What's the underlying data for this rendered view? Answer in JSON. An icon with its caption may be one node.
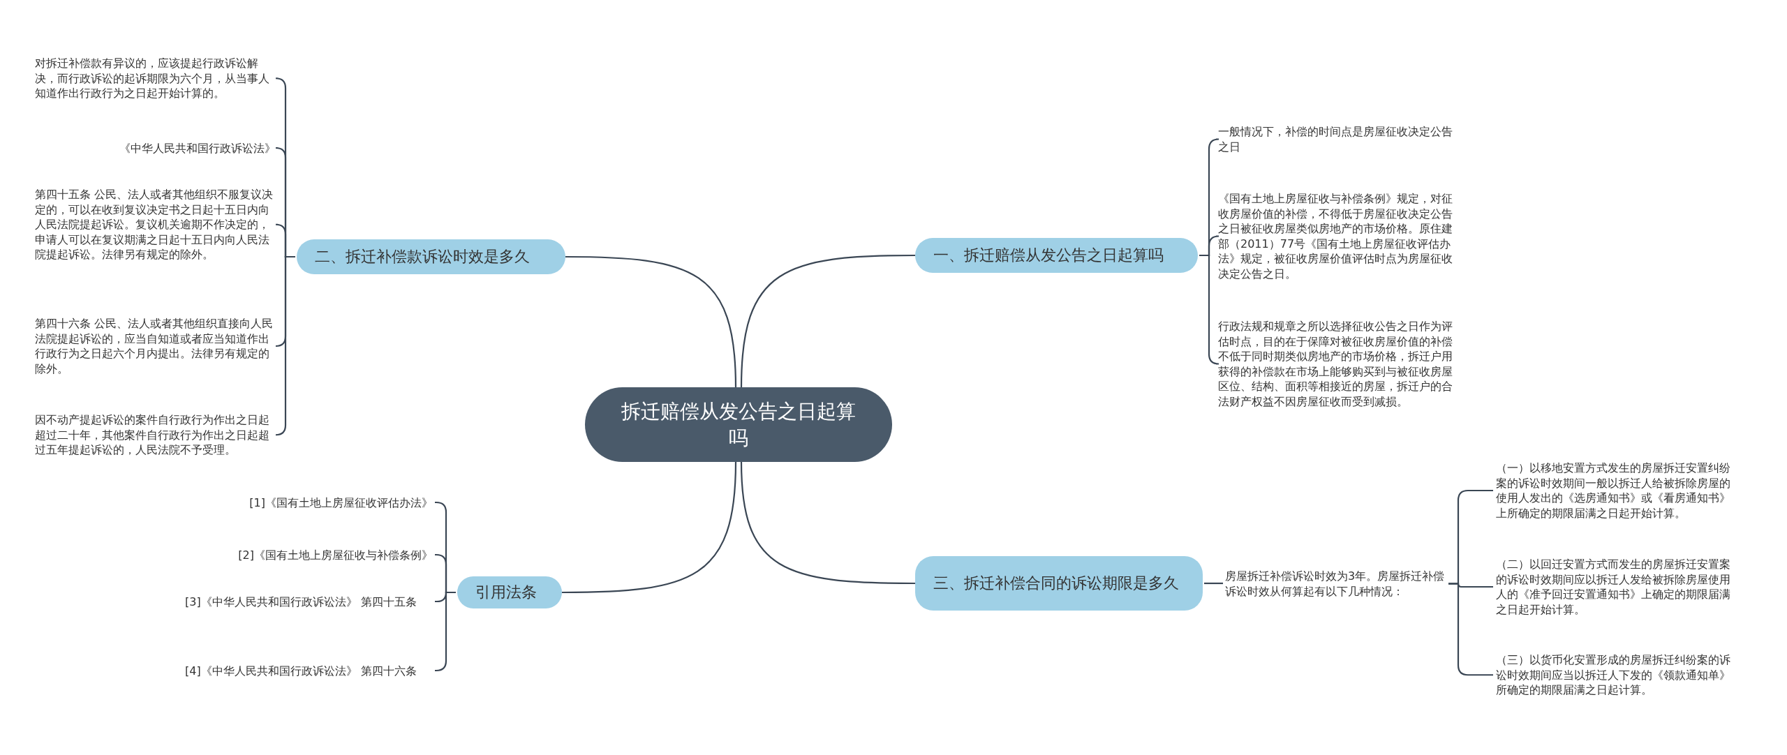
{
  "diagram": {
    "nodes": [
      {
        "text": [
          "拆迁赔偿从发公告之日起算吗"
        ]
      },
      {
        "text": [
          "一、拆迁赔偿从发公告之日起算吗"
        ]
      },
      {
        "text": [
          "二、拆迁补偿款诉讼时效是多久"
        ]
      },
      {
        "text": [
          "三、拆迁补偿合同的诉讼期限是多久"
        ]
      },
      {
        "text": [
          "引用法条"
        ]
      },
      {
        "text": [
          "一般情况下，补偿的时间点是房屋征收决定公告之日"
        ]
      },
      {
        "text": [
          "《国有土地上房屋征收与补偿条例》规定，对征收房屋价值的补偿，不得低于房屋征收决定公告之日被征收房屋类似房地产的市场价格。原住建部（2011）77号《国有土地上房屋征收评估办法》规定，被征收房屋价值评估时点为房屋征收决定公告之日。"
        ]
      },
      {
        "text": [
          "行政法规和规章之所以选择征收公告之日作为评估时点，目的在于保障对被征收房屋价值的补偿不低于同时期类似房地产的市场价格，拆迁户用获得的补偿款在市场上能够购买到与被征收房屋区位、结构、面积等相接近的房屋，拆迁户的合法财产权益不因房屋征收而受到减损。"
        ]
      },
      {
        "text": [
          "房屋拆迁补偿诉讼时效为3年。房屋拆迁补偿诉讼时效从何算起有以下几种情况："
        ]
      },
      {
        "text": [
          "（一）以移地安置方式发生的房屋拆迁安置纠纷案的诉讼时效期间一般以拆迁人给被拆除房屋的使用人发出的《选房通知书》或《看房通知书》上所确定的期限届满之日起开始计算。"
        ]
      },
      {
        "text": [
          "（二）以回迁安置方式而发生的房屋拆迁安置案的诉讼时效期间应以拆迁人发给被拆除房屋使用人的《准予回迁安置通知书》上确定的期限届满之日起开始计算。"
        ]
      },
      {
        "text": [
          "（三）以货币化安置形成的房屋拆迁纠纷案的诉讼时效期间应当以拆迁人下发的《领款通知单》所确定的期限届满之日起计算。"
        ]
      },
      {
        "text": [
          "对拆迁补偿款有异议的，应该提起行政诉讼解决，而行政诉讼的起诉期限为六个月，从当事人知道作出行政行为之日起开始计算的。"
        ]
      },
      {
        "text": [
          "《中华人民共和国行政诉讼法》"
        ]
      },
      {
        "text": [
          "第四十五条 公民、法人或者其他组织不服复议决定的，可以在收到复议决定书之日起十五日内向人民法院提起诉讼。复议机关逾期不作决定的，申请人可以在复议期满之日起十五日内向人民法院提起诉讼。法律另有规定的除外。"
        ]
      },
      {
        "text": [
          "第四十六条 公民、法人或者其他组织直接向人民法院提起诉讼的，应当自知道或者应当知道作出行政行为之日起六个月内提出。法律另有规定的除外。"
        ]
      },
      {
        "text": [
          "因不动产提起诉讼的案件自行政行为作出之日起超过二十年，其他案件自行政行为作出之日起超过五年提起诉讼的，人民法院不予受理。"
        ]
      },
      {
        "text": [
          "[1]《国有土地上房屋征收评估办法》"
        ]
      },
      {
        "text": [
          "[2]《国有土地上房屋征收与补偿条例》"
        ]
      },
      {
        "text": [
          "[3]《中华人民共和国行政诉讼法》 第四十五条"
        ]
      },
      {
        "text": [
          "[4]《中华人民共和国行政诉讼法》 第四十六条"
        ]
      }
    ],
    "edges": [
      {
        "from": 0,
        "to": 1,
        "arrow": "none"
      },
      {
        "from": 0,
        "to": 2,
        "arrow": "none"
      },
      {
        "from": 0,
        "to": 3,
        "arrow": "none"
      },
      {
        "from": 0,
        "to": 4,
        "arrow": "none"
      },
      {
        "from": 1,
        "to": 5,
        "arrow": "none"
      },
      {
        "from": 1,
        "to": 6,
        "arrow": "none"
      },
      {
        "from": 1,
        "to": 7,
        "arrow": "none"
      },
      {
        "from": 3,
        "to": 8,
        "arrow": "none"
      },
      {
        "from": 8,
        "to": 9,
        "arrow": "none"
      },
      {
        "from": 8,
        "to": 10,
        "arrow": "none"
      },
      {
        "from": 8,
        "to": 11,
        "arrow": "none"
      },
      {
        "from": 2,
        "to": 12,
        "arrow": "none"
      },
      {
        "from": 2,
        "to": 13,
        "arrow": "none"
      },
      {
        "from": 2,
        "to": 14,
        "arrow": "none"
      },
      {
        "from": 2,
        "to": 15,
        "arrow": "none"
      },
      {
        "from": 2,
        "to": 16,
        "arrow": "none"
      },
      {
        "from": 4,
        "to": 17,
        "arrow": "none"
      },
      {
        "from": 4,
        "to": 18,
        "arrow": "none"
      },
      {
        "from": 4,
        "to": 19,
        "arrow": "none"
      },
      {
        "from": 4,
        "to": 20,
        "arrow": "none"
      }
    ]
  }
}
